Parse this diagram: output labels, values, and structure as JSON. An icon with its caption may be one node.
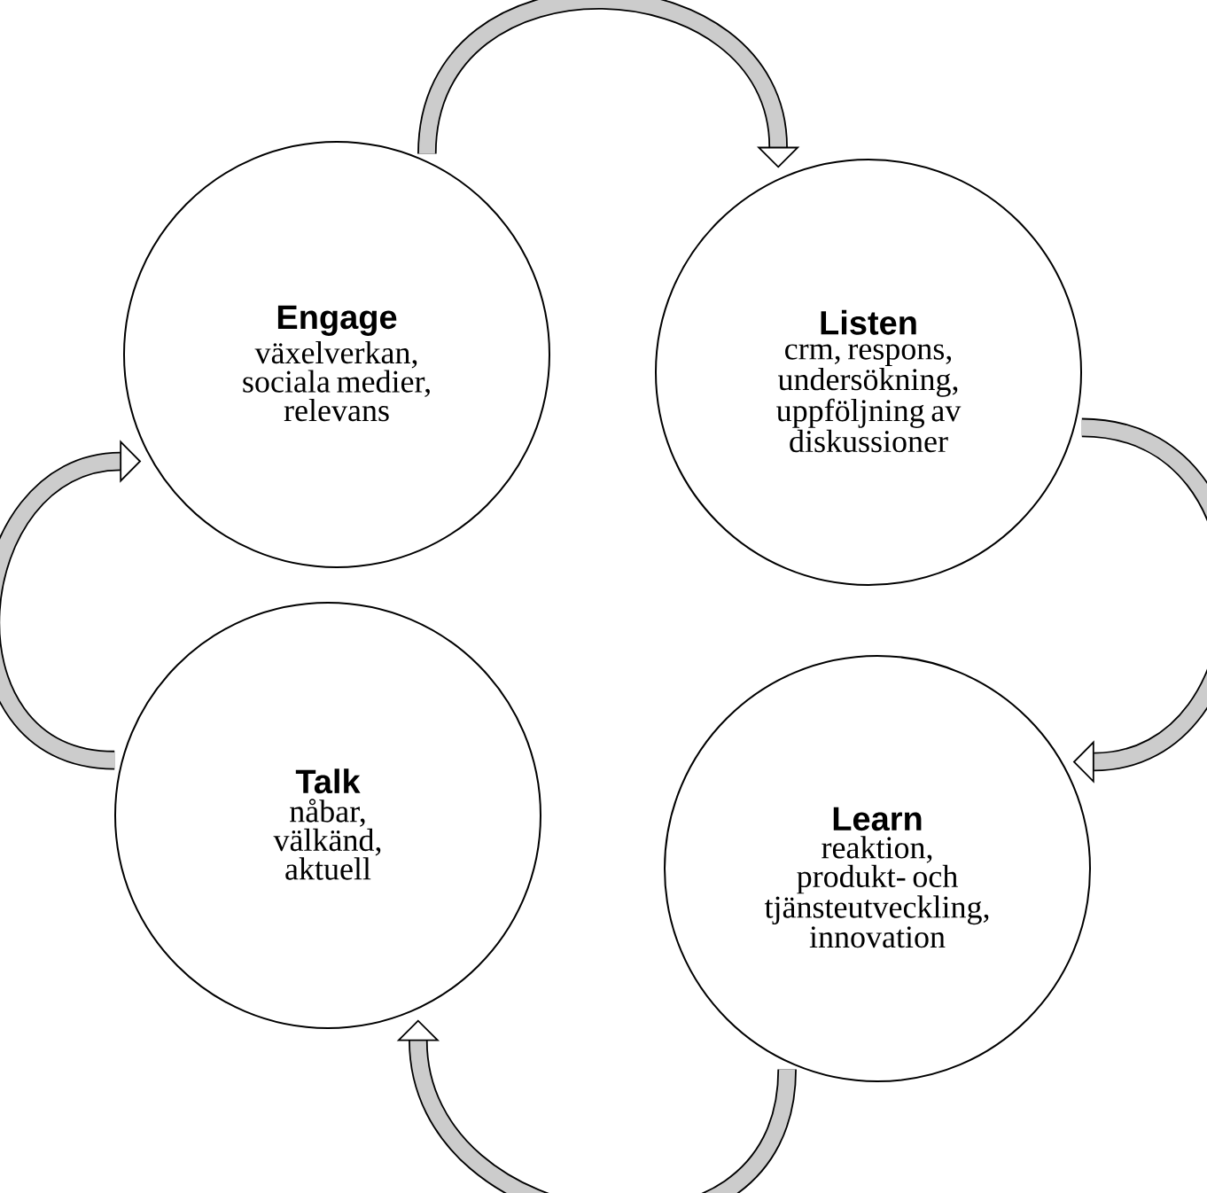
{
  "diagram": {
    "nodes": [
      {
        "text": [
          "Engage",
          "växelverkan, sociala medier, relevans"
        ]
      },
      {
        "text": [
          "Listen",
          "crm, respons, undersökning, uppföljning av diskussioner"
        ]
      },
      {
        "text": [
          "Learn",
          "reaktion, produkt- och tjänsteutveckling, innovation"
        ]
      },
      {
        "text": [
          "Talk",
          "nåbar, välkänd, aktuell"
        ]
      }
    ],
    "edges": [
      {
        "from": 0,
        "to": 1,
        "arrow": "to"
      },
      {
        "from": 1,
        "to": 2,
        "arrow": "to"
      },
      {
        "from": 2,
        "to": 3,
        "arrow": "to"
      },
      {
        "from": 3,
        "to": 0,
        "arrow": "to"
      }
    ]
  }
}
